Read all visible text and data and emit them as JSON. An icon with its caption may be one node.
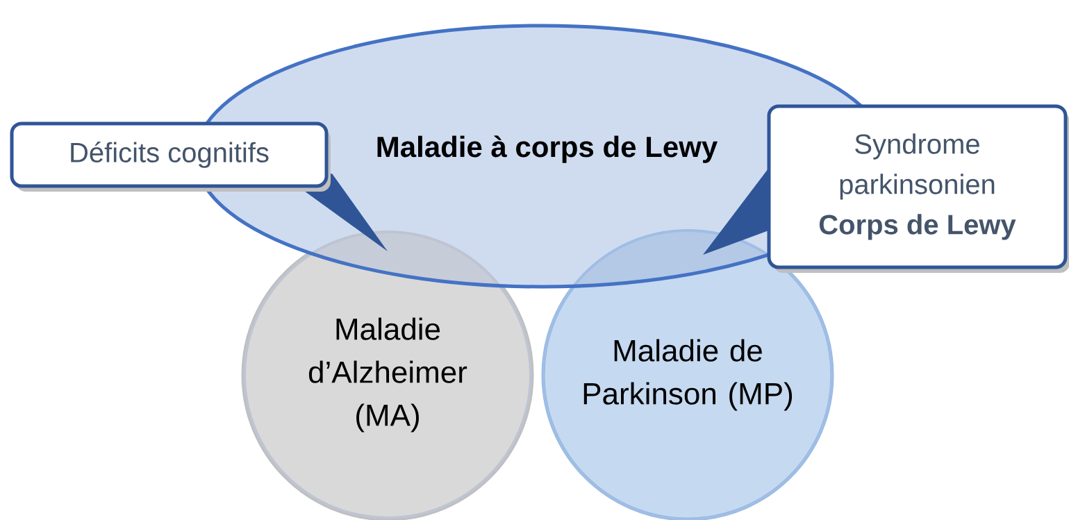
{
  "diagram": {
    "nodes": [
      {
        "text": [
          "Maladie à corps de Lewy"
        ]
      },
      {
        "text": [
          "Déficits cognitifs"
        ]
      },
      {
        "text": [
          "Syndrome parkinsonien",
          "Corps de Lewy"
        ]
      },
      {
        "text": [
          "Maladie d’Alzheimer (MA)"
        ]
      },
      {
        "text": [
          "Maladie de Parkinson (MP)"
        ]
      }
    ]
  }
}
